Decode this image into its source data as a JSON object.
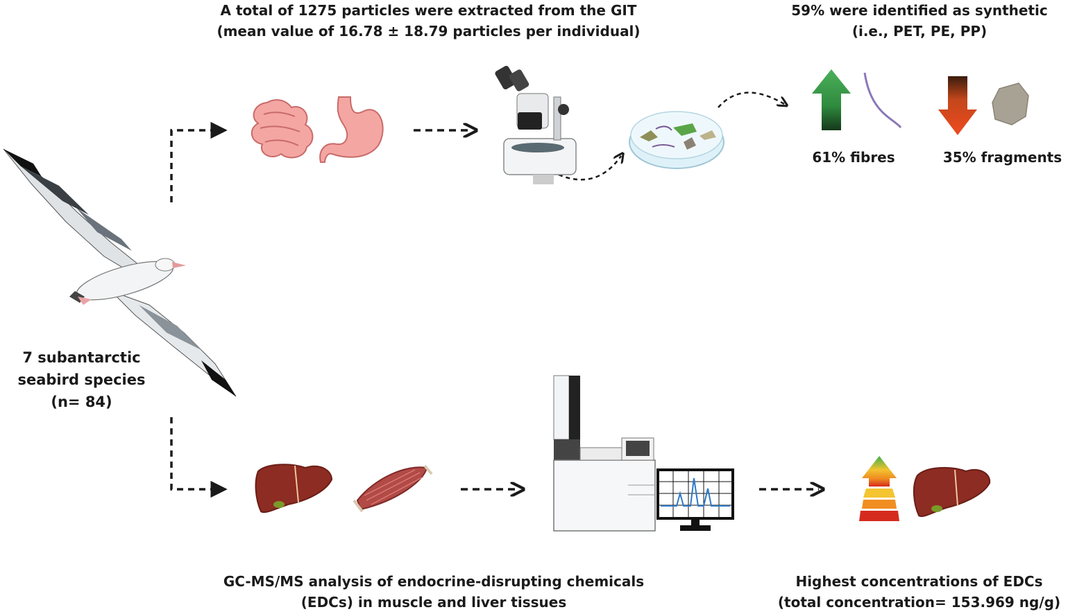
{
  "top": {
    "extraction_line1": "A total of 1275 particles were extracted from the GIT",
    "extraction_line2": "(mean value of 16.78 ± 18.79 particles per individual)",
    "synthetic_line1": "59% were identified as synthetic",
    "synthetic_line2": "(i.e., PET, PE, PP)",
    "fibres_label": "61% fibres",
    "fragments_label": "35% fragments"
  },
  "left": {
    "species_line1": "7 subantarctic",
    "species_line2": "seabird species",
    "species_line3": "(n= 84)"
  },
  "bottom": {
    "analysis_line1": "GC-MS/MS analysis of endocrine-disrupting chemicals",
    "analysis_line2": "(EDCs) in muscle and liver tissues",
    "result_line1": "Highest concentrations of EDCs",
    "result_line2": "(total concentration= 153.969 ng/g)"
  },
  "icons": [
    "albatross-icon",
    "intestine-icon",
    "stomach-icon",
    "microscope-icon",
    "petri-dish-icon",
    "green-up-arrow-icon",
    "fibre-icon",
    "red-down-arrow-icon",
    "fragment-icon",
    "liver-icon",
    "muscle-icon",
    "gc-ms-instrument-icon",
    "chromatogram-monitor-icon",
    "gradient-up-arrow-icon"
  ],
  "colors": {
    "arrow_green": "#3aa24a",
    "arrow_red": "#e8431f",
    "liver": "#8c2c22",
    "intestine": "#f2a2a0",
    "text": "#1a1a1a"
  }
}
